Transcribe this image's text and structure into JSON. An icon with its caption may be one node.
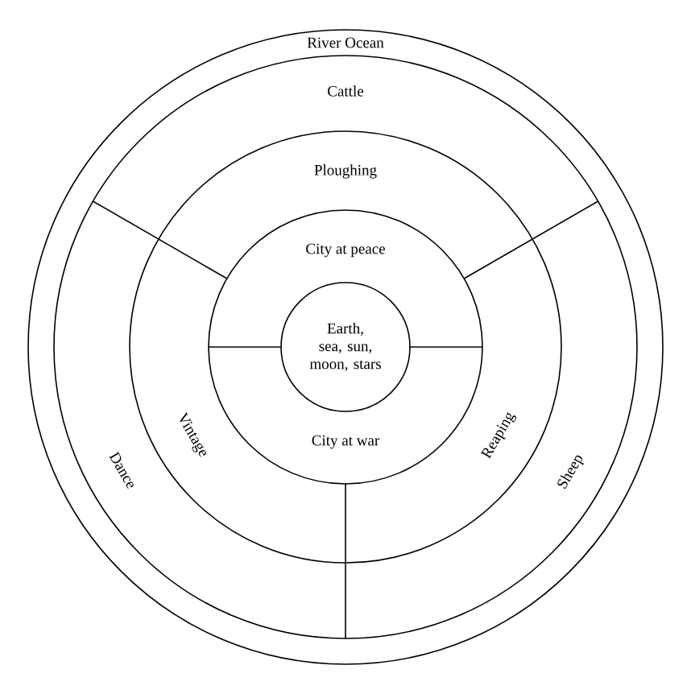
{
  "diagram": {
    "nodes": [
      {
        "text": [
          "River Ocean"
        ]
      },
      {
        "text": [
          "Cattle"
        ]
      },
      {
        "text": [
          "Ploughing"
        ]
      },
      {
        "text": [
          "City at peace"
        ]
      },
      {
        "text": [
          "Earth, sea, sun, moon, stars"
        ]
      },
      {
        "text": [
          "Vintage"
        ]
      },
      {
        "text": [
          "Reaping"
        ]
      },
      {
        "text": [
          "City at war"
        ]
      },
      {
        "text": [
          "Dance"
        ]
      },
      {
        "text": [
          "Sheep"
        ]
      }
    ]
  }
}
